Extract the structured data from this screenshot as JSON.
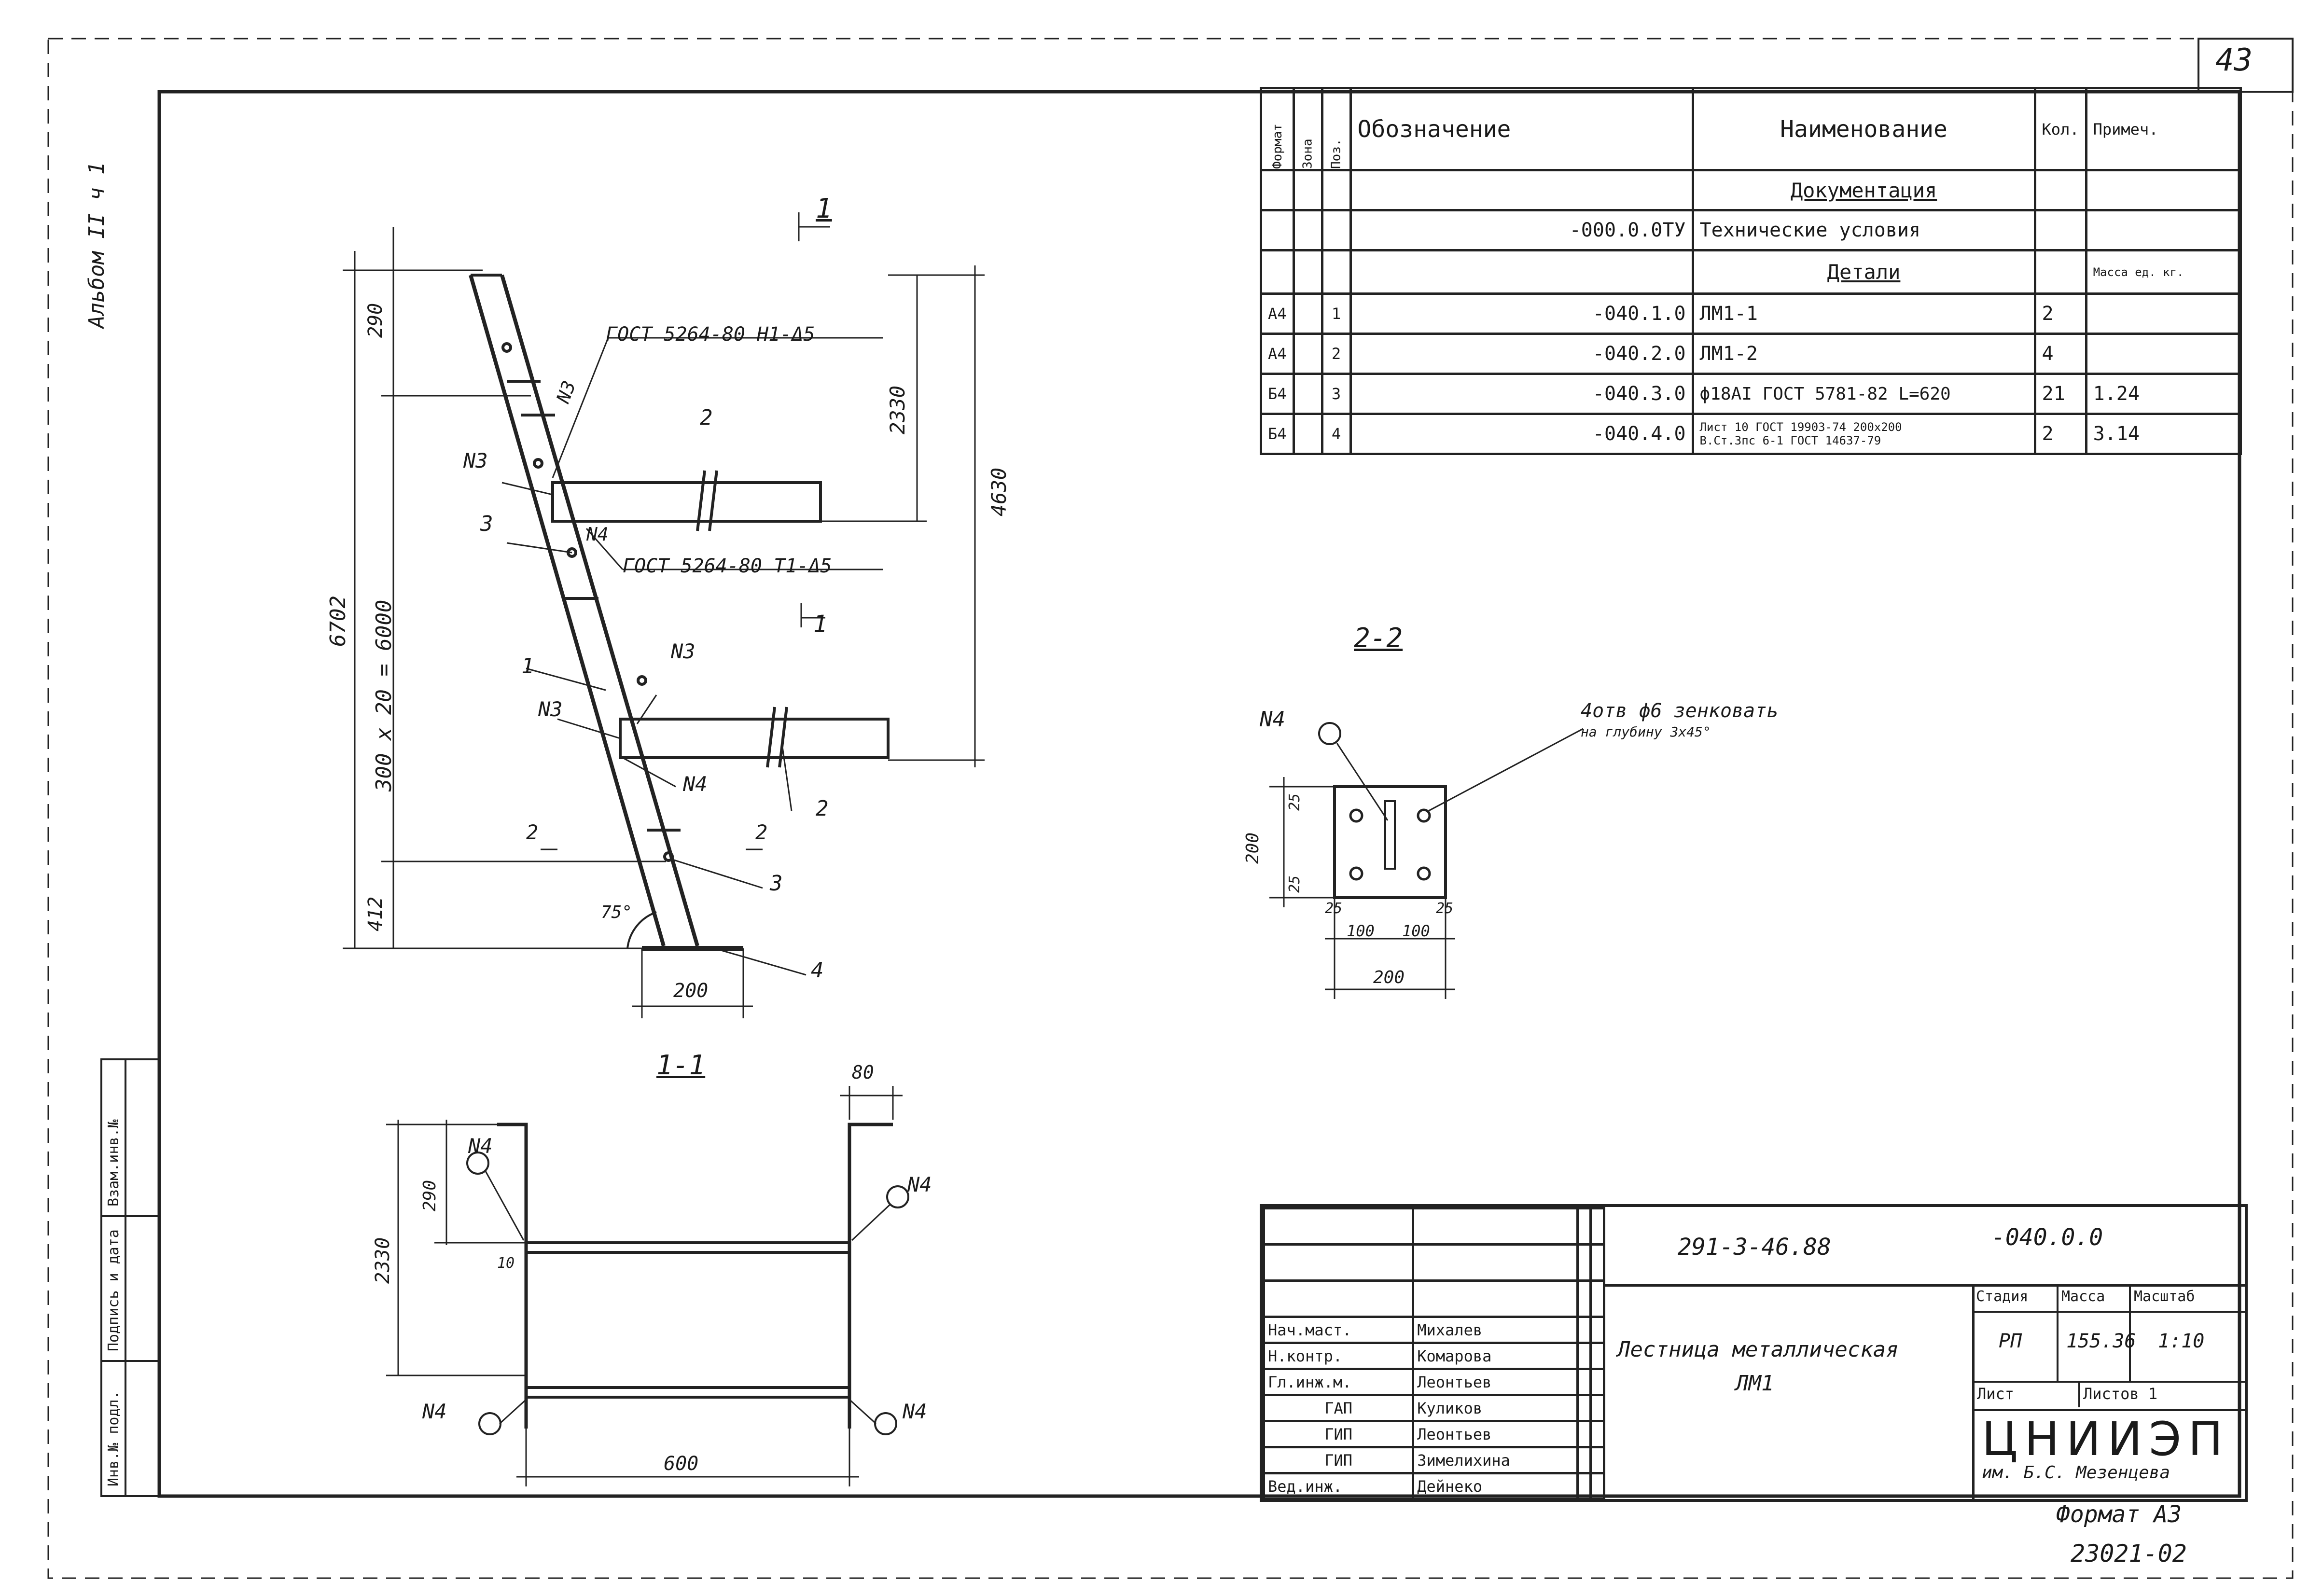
{
  "sheet_number": "43",
  "side_album": "Альбом II ч 1",
  "side_stamps": [
    "Инв.№ подл.",
    "Подпись и дата",
    "Взам.инв.№"
  ],
  "spec": {
    "headers": [
      "Формат",
      "Зона",
      "Поз.",
      "Обозначение",
      "Наименование",
      "Кол.",
      "Примеч."
    ],
    "section_docs": "Документация",
    "doc_row": {
      "designation": "-000.0.0ТУ",
      "name": "Технические условия"
    },
    "section_parts": "Детали",
    "mass_note": "Масса ед. кг.",
    "rows": [
      {
        "format": "А4",
        "pos": "1",
        "designation": "-040.1.0",
        "name": "ЛМ1-1",
        "qty": "2",
        "note": ""
      },
      {
        "format": "А4",
        "pos": "2",
        "designation": "-040.2.0",
        "name": "ЛМ1-2",
        "qty": "4",
        "note": ""
      },
      {
        "format": "Б4",
        "pos": "3",
        "designation": "-040.3.0",
        "name": "ϕ18АI ГОСТ 5781-82 L=620",
        "qty": "21",
        "note": "1.24"
      },
      {
        "format": "Б4",
        "pos": "4",
        "designation": "-040.4.0",
        "name_top": "Лист 10 ГОСТ 19903-74  200x200",
        "name_bottom": "В.Ст.3пс 6-1 ГОСТ 14637-79",
        "qty": "2",
        "note": "3.14"
      }
    ]
  },
  "elevation": {
    "section_mark_top": "1",
    "section_mark_bottom": "1",
    "dim_290": "290",
    "dim_6702": "6702",
    "dim_300x20": "300 x 20 = 6000",
    "dim_412": "412",
    "dim_2330": "2330",
    "dim_4630": "4630",
    "dim_200": "200",
    "angle": "75°",
    "weld_top": "ГОСТ 5264-80 Н1-Δ5",
    "weld_mid": "ГОСТ 5264-80 Т1-Δ5",
    "labels": [
      "1",
      "2",
      "2",
      "3",
      "3",
      "4",
      "N3",
      "N3",
      "N3",
      "N3",
      "N4",
      "N4"
    ],
    "cut_marks": [
      "2",
      "2"
    ]
  },
  "view22": {
    "title": "2-2",
    "note_line1": "4отв ϕ6 зенковать",
    "note_line2": "на глубину 3x45°",
    "n4": "N4",
    "dims": [
      "25",
      "200",
      "25",
      "25",
      "25",
      "100",
      "100",
      "200"
    ]
  },
  "view11": {
    "title": "1-1",
    "dims": {
      "d80": "80",
      "d290": "290",
      "d2330": "2330",
      "d10": "10",
      "d600": "600"
    },
    "n4": "N4"
  },
  "stamp": {
    "code": "291-3-46.88",
    "code_suffix": "-040.0.0",
    "title_line1": "Лестница металлическая",
    "title_line2": "ЛМ1",
    "stage_label": "Стадия",
    "mass_label": "Масса",
    "scale_label": "Масштаб",
    "stage": "РП",
    "mass": "155.36",
    "scale": "1:10",
    "sheet_label": "Лист",
    "sheets_label": "Листов 1",
    "org": "ЦНИИЭП",
    "org_sub": "им. Б.С. Мезенцева",
    "people": [
      {
        "role": "Нач.маст.",
        "name": "Михалев"
      },
      {
        "role": "Н.контр.",
        "name": "Комарова"
      },
      {
        "role": "Гл.инж.м.",
        "name": "Леонтьев"
      },
      {
        "role": "ГАП",
        "name": "Куликов"
      },
      {
        "role": "ГИП",
        "name": "Леонтьев"
      },
      {
        "role": "ГИП",
        "name": "Зимелихина"
      },
      {
        "role": "Вед.инж.",
        "name": "Дейнеко"
      }
    ]
  },
  "format": "Формат А3",
  "inv_number": "23021-02"
}
